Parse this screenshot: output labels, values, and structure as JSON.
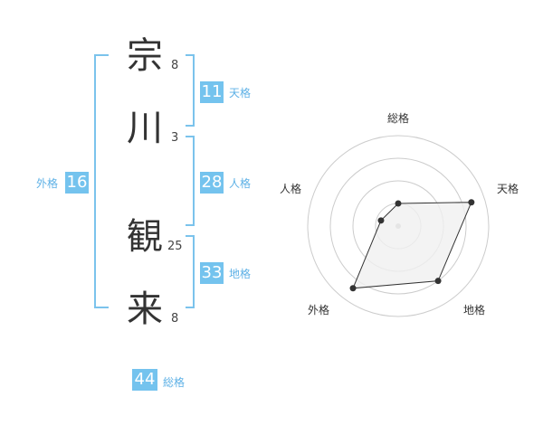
{
  "name": {
    "characters": [
      {
        "char": "宗",
        "strokes": "8"
      },
      {
        "char": "川",
        "strokes": "3"
      },
      {
        "char": "観",
        "strokes": "25"
      },
      {
        "char": "来",
        "strokes": "8"
      }
    ]
  },
  "kaku": {
    "tenkaku": {
      "value": "11",
      "label": "天格"
    },
    "jinkaku": {
      "value": "28",
      "label": "人格"
    },
    "chikaku": {
      "value": "33",
      "label": "地格"
    },
    "gaikaku": {
      "value": "16",
      "label": "外格"
    },
    "soukaku": {
      "value": "44",
      "label": "総格"
    }
  },
  "radar": {
    "axes": [
      "総格",
      "天格",
      "地格",
      "外格",
      "人格"
    ],
    "levels": 4,
    "values": [
      0.25,
      0.85,
      0.75,
      0.85,
      0.2
    ],
    "colors": {
      "fill": "#f0f0f0",
      "stroke": "#333333",
      "grid": "#cccccc",
      "center": "#bbbbbb"
    }
  },
  "colors": {
    "accent": "#74c3ee",
    "bracket": "#7bc3ec"
  }
}
